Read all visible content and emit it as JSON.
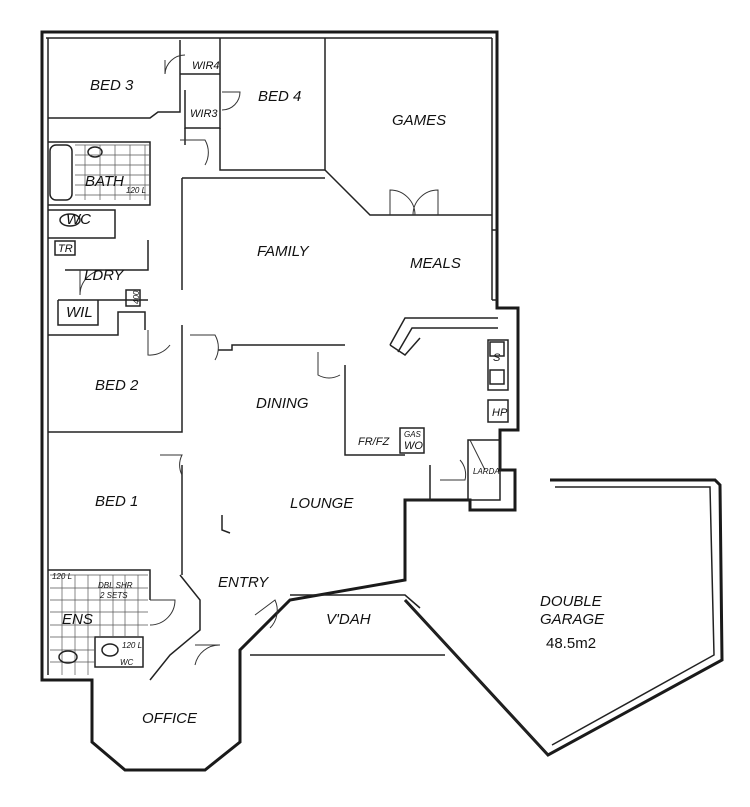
{
  "rooms": {
    "bed3": "BED 3",
    "wir4": "WIR4",
    "wir3": "WIR3",
    "bed4": "BED 4",
    "games": "GAMES",
    "bath": "BATH",
    "bath_tank": "120 L",
    "wc_upper": "WC",
    "tr": "TR",
    "family": "FAMILY",
    "meals": "MEALS",
    "ldry": "LDRY",
    "ldry_tank": "400",
    "wil": "WIL",
    "bed2": "BED 2",
    "dining": "DINING",
    "s": "S",
    "hp": "HP",
    "frfz": "FR/FZ",
    "gas": "GAS",
    "wo": "WO",
    "larda": "LARDA",
    "bed1": "BED 1",
    "lounge": "LOUNGE",
    "entry": "ENTRY",
    "ens_tank": "120 L",
    "dbl_shr": "DBL SHR",
    "sets": "2 SETS",
    "ens": "ENS",
    "ens_tank2": "120 L",
    "wc_ens": "WC",
    "vdah": "V'DAH",
    "garage": "DOUBLE",
    "garage2": "GARAGE",
    "garage_area": "48.5m2",
    "office": "OFFICE"
  }
}
